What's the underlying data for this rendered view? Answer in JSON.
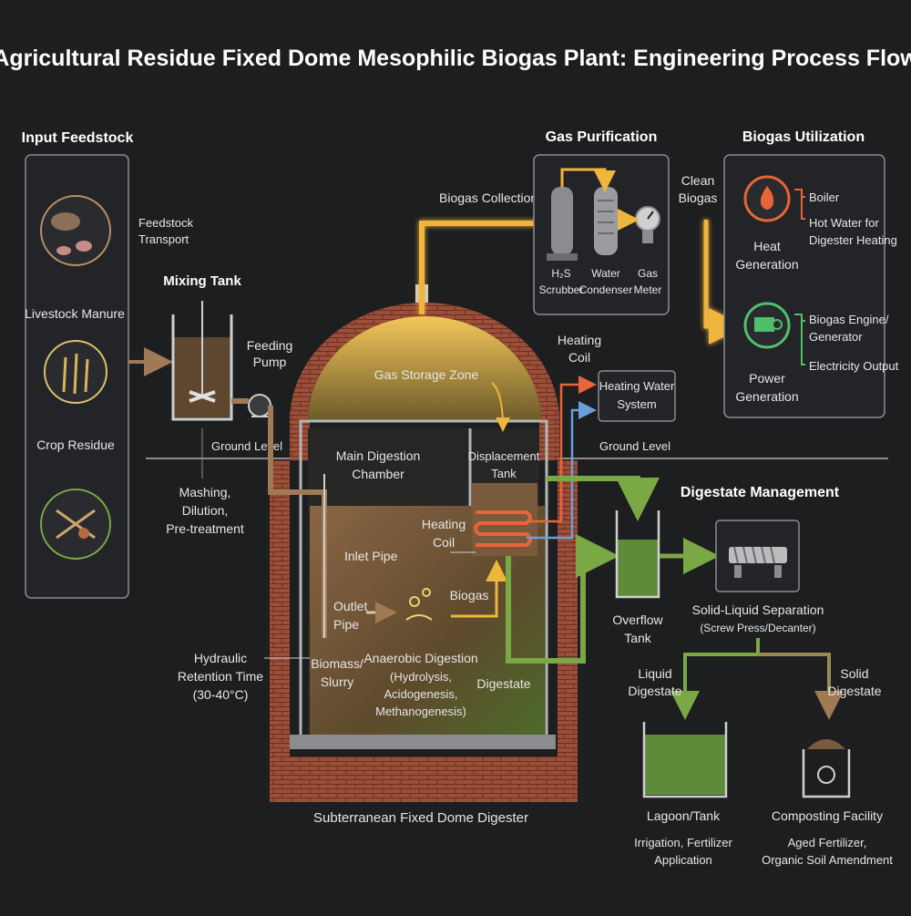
{
  "title": "Agricultural Residue Fixed Dome Mesophilic Biogas Plant: Engineering Process Flow",
  "sections": {
    "input_feedstock": "Input Feedstock",
    "gas_purification": "Gas Purification",
    "biogas_utilization": "Biogas Utilization",
    "digestate_management": "Digestate Management",
    "digester": "Subterranean Fixed Dome Digester"
  },
  "feedstock": {
    "livestock_manure": "Livestock Manure",
    "crop_residue": "Crop Residue",
    "transport_l1": "Feedstock",
    "transport_l2": "Transport"
  },
  "mixing": {
    "tank": "Mixing Tank",
    "pump_l1": "Feeding",
    "pump_l2": "Pump",
    "pre_l1": "Mashing,",
    "pre_l2": "Dilution,",
    "pre_l3": "Pre-treatment"
  },
  "ground_level": "Ground Level",
  "gas": {
    "collection": "Biogas Collection",
    "scrubber_l1": "H₂S",
    "scrubber_l2": "Scrubber",
    "condenser_l1": "Water",
    "condenser_l2": "Condenser",
    "meter_l1": "Gas",
    "meter_l2": "Meter",
    "clean_l1": "Clean",
    "clean_l2": "Biogas"
  },
  "utilization": {
    "heat_l1": "Heat",
    "heat_l2": "Generation",
    "boiler": "Boiler",
    "hot_water_l1": "Hot Water for",
    "hot_water_l2": "Digester Heating",
    "power_l1": "Power",
    "power_l2": "Generation",
    "engine_l1": "Biogas Engine/",
    "engine_l2": "Generator",
    "electricity": "Electricity Output"
  },
  "heating": {
    "coil_l1": "Heating",
    "coil_l2": "Coil",
    "system_l1": "Heating Water",
    "system_l2": "System"
  },
  "digester": {
    "gas_zone": "Gas Storage Zone",
    "chamber_l1": "Main Digestion",
    "chamber_l2": "Chamber",
    "displacement_l1": "Displacement",
    "displacement_l2": "Tank",
    "inner_coil_l1": "Heating",
    "inner_coil_l2": "Coil",
    "inlet": "Inlet Pipe",
    "outlet_l1": "Outlet",
    "outlet_l2": "Pipe",
    "biogas": "Biogas",
    "biomass_l1": "Biomass/",
    "biomass_l2": "Slurry",
    "anaerobic_l1": "Anaerobic Digestion",
    "anaerobic_l2": "(Hydrolysis,",
    "anaerobic_l3": "Acidogenesis,",
    "anaerobic_l4": "Methanogenesis)",
    "digestate": "Digestate",
    "hrt_l1": "Hydraulic",
    "hrt_l2": "Retention Time",
    "hrt_l3": "(30-40°C)"
  },
  "digestate": {
    "overflow_l1": "Overflow",
    "overflow_l2": "Tank",
    "separation": "Solid-Liquid Separation",
    "separation_sub": "(Screw Press/Decanter)",
    "liquid_l1": "Liquid",
    "liquid_l2": "Digestate",
    "solid_l1": "Solid",
    "solid_l2": "Digestate",
    "lagoon": "Lagoon/Tank",
    "lagoon_sub_l1": "Irrigation, Fertilizer",
    "lagoon_sub_l2": "Application",
    "composting": "Composting Facility",
    "composting_sub_l1": "Aged Fertilizer,",
    "composting_sub_l2": "Organic Soil Amendment"
  },
  "colors": {
    "background": "#1d1e20",
    "biogas": "#f0b53c",
    "digestate": "#7aa845",
    "slurry": "#7a5a3c",
    "brick": "#a5553c",
    "heat": "#e8643a",
    "power": "#4fbf6a",
    "water": "#6a9fd8"
  }
}
